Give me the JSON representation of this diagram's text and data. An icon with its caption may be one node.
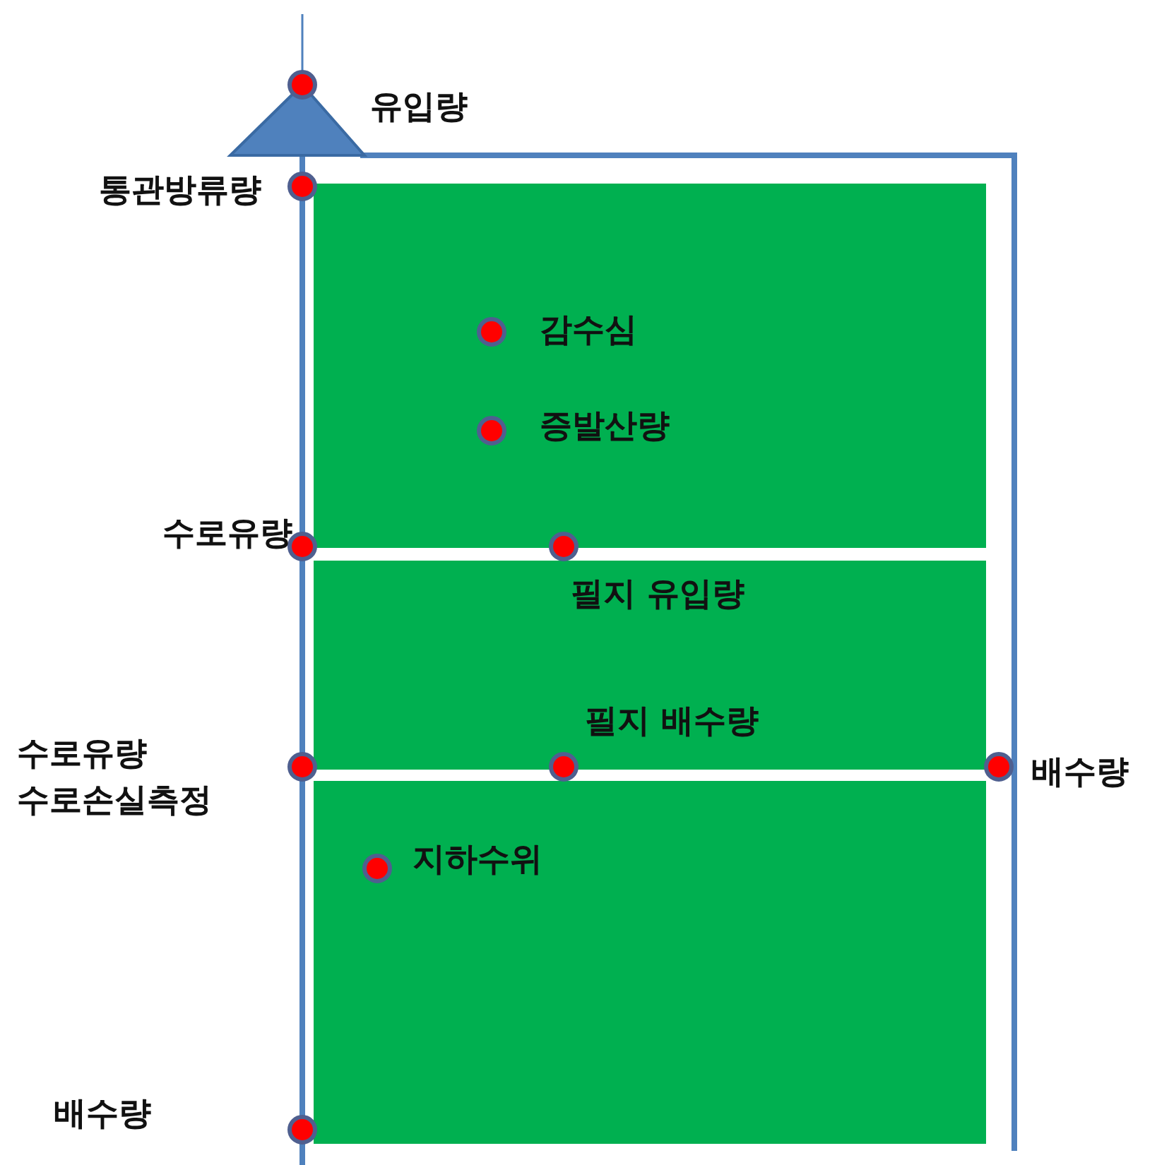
{
  "diagram": {
    "nodes": [
      {
        "text": [
          "감수심",
          "증발산량"
        ]
      },
      {
        "text": [
          "필지 유입량",
          "필지 배수량"
        ]
      },
      {
        "text": [
          "지하수위"
        ]
      }
    ],
    "labels": [
      "유입량",
      "통관방류량",
      "수로유량",
      "수로유량",
      "수로손실측정",
      "배수량",
      "배수량"
    ]
  }
}
